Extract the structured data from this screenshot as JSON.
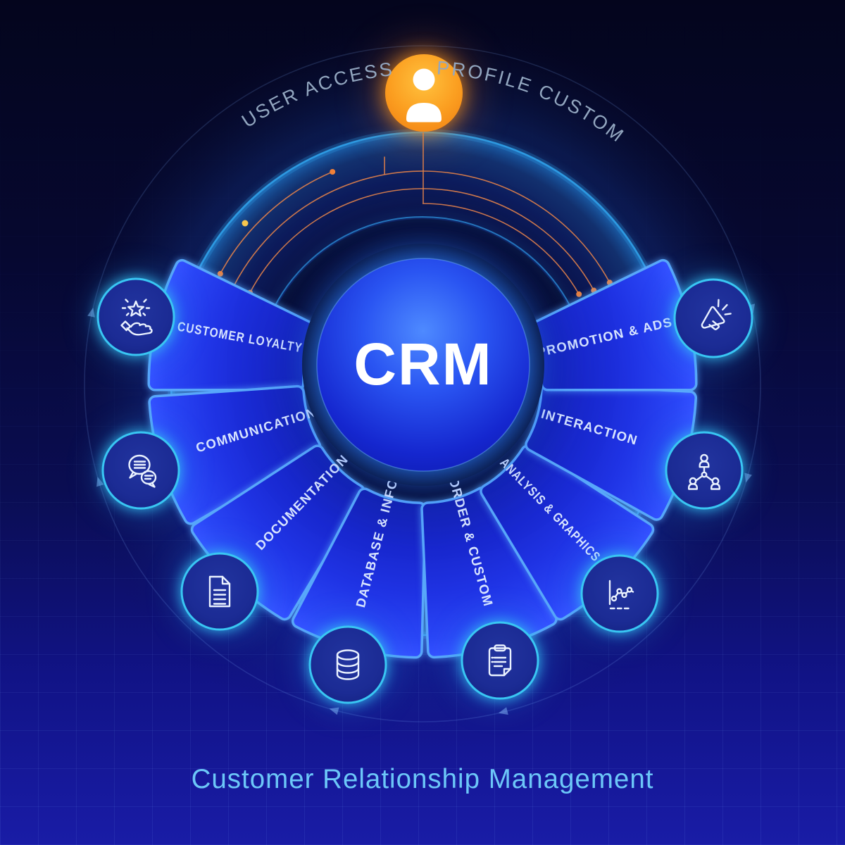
{
  "diagram": {
    "center_label": "CRM",
    "footer_title": "Customer Relationship Management",
    "top_node": {
      "icon": "user-icon",
      "left_label": "USER ACCESS",
      "right_label": "PROFILE CUSTOM"
    },
    "segments": [
      {
        "label": "CUSTOMER LOYALTY",
        "icon": "hand-star-icon"
      },
      {
        "label": "COMMUNICATION",
        "icon": "chat-bubbles-icon"
      },
      {
        "label": "DOCUMENTATION",
        "icon": "document-icon"
      },
      {
        "label": "DATABASE & INFO",
        "icon": "database-icon"
      },
      {
        "label": "ORDER & CUSTOM",
        "icon": "clipboard-icon"
      },
      {
        "label": "ANALYSIS & GRAPHICS",
        "icon": "line-chart-icon"
      },
      {
        "label": "INTERACTION",
        "icon": "people-network-icon"
      },
      {
        "label": "PROMOTION & ADS",
        "icon": "megaphone-icon"
      }
    ],
    "colors": {
      "background_top": "#04051d",
      "background_bottom": "#191ca6",
      "wedge_blue": "#1f2ad4",
      "wedge_border": "#58a7fa",
      "icon_ring_cyan": "#39c6f3",
      "accent_orange": "#f5941f",
      "connector_orange": "#e8844a",
      "title_blue": "#6cc7f8",
      "top_label_gray": "#93a7c0",
      "label_light": "#d9e5ff"
    }
  }
}
